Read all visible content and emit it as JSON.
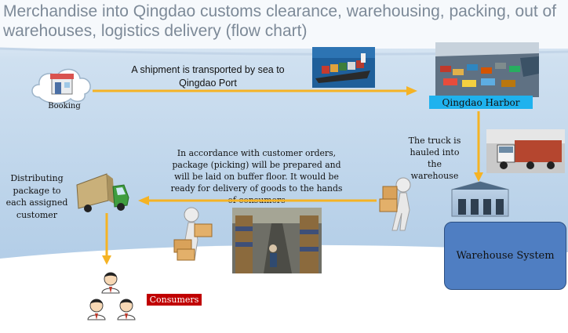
{
  "title": "Merchandise into Qingdao customs clearance, warehousing, packing, out of warehouses, logistics delivery (flow chart)",
  "nodes": {
    "booking": "Booking",
    "sea_transport": "A shipment is transported by sea to Qingdao Port",
    "harbor": "Qingdao Harbor",
    "truck": "The truck is hauled into the warehouse",
    "picking": "In accordance with customer orders, package (picking) will be prepared and will be laid on buffer floor. It would be ready for delivery of goods to the hands of consumers",
    "distributing": "Distributing package to each assigned customer",
    "warehouse_system": "Warehouse System",
    "consumers": "Consumers"
  },
  "colors": {
    "arrow": "#f5b324",
    "harbor_label": "#1fb2ee",
    "consumers_label": "#c00000",
    "warehouse_box": "#4f7ec2",
    "background": "#b8d2ea"
  }
}
